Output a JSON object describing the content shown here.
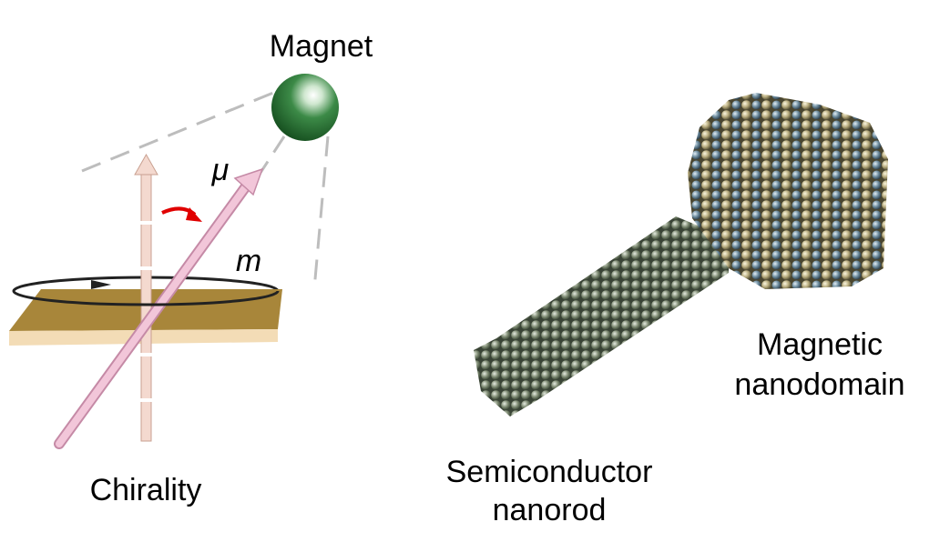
{
  "left_panel": {
    "magnet_label": "Magnet",
    "mu_label": "μ",
    "m_label": "m",
    "chirality_label": "Chirality"
  },
  "right_panel": {
    "nanorod_label_line1": "Semiconductor",
    "nanorod_label_line2": "nanorod",
    "nanodomain_label_line1": "Magnetic",
    "nanodomain_label_line2": "nanodomain"
  },
  "colors": {
    "magnet": "#2f7a3a",
    "plate_top": "#a8863a",
    "plate_edge": "#f3dcb6",
    "mu_arrow": "#e9b3cc",
    "chirality_arrow": "#f4d9cf",
    "rotation_arrow": "#e00000",
    "rod_atoms": "#7d8a72",
    "domain_atoms": "#b7ad84",
    "domain_atoms_alt": "#6f8ea0"
  }
}
